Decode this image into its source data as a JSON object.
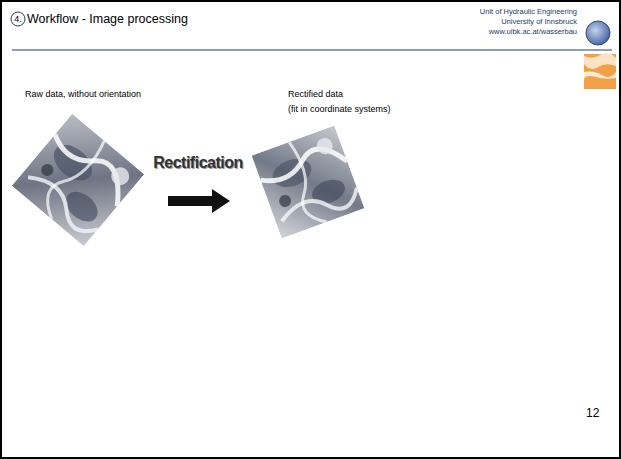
{
  "diagram": {
    "title": "Workflow - Image processing",
    "labels": [
      "4.",
      "Unit of Hydraulic Engineering",
      "University of Innsbruck",
      "www.uibk.ac.at/wasserbau",
      "Raw data, without orientation",
      "Rectified data",
      "(fit in coordinate systems)",
      "Rectification",
      "12"
    ]
  }
}
